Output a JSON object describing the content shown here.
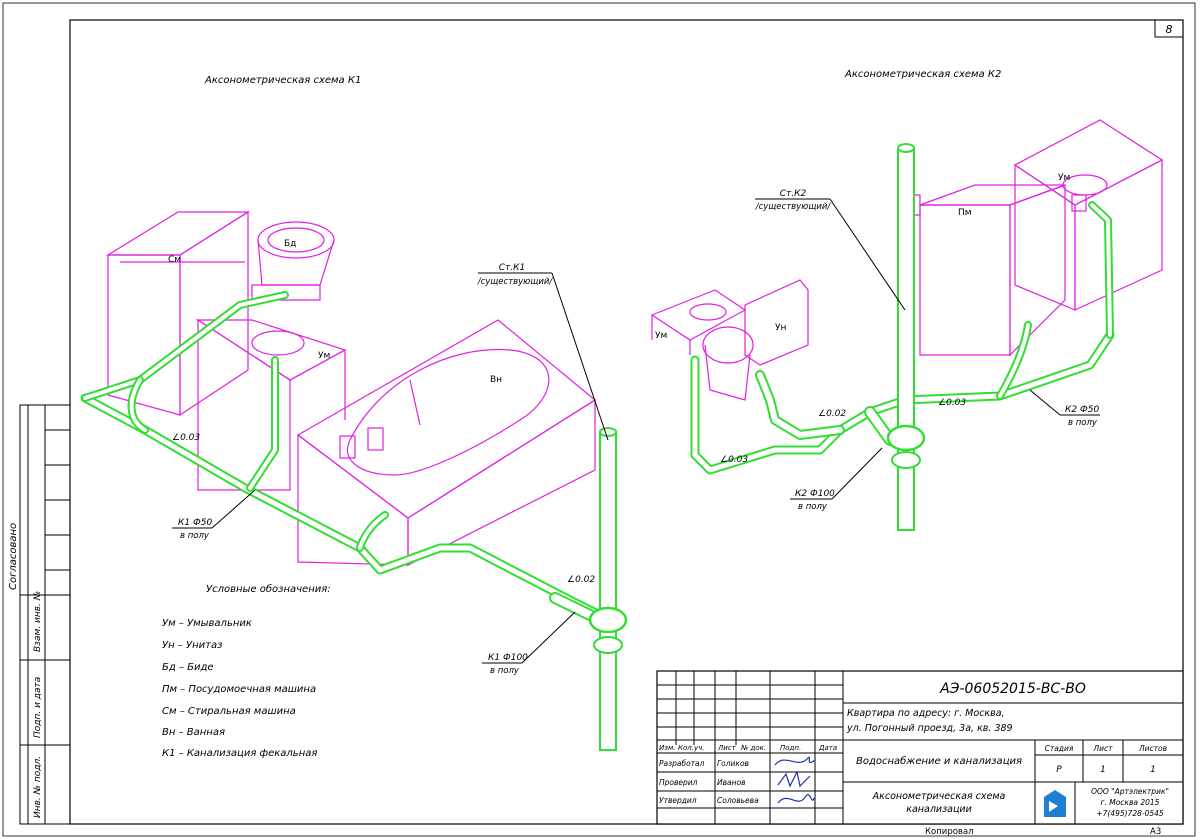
{
  "sheet_number": "8",
  "left_strip": {
    "agreed": "Согласовано",
    "inv_ref": "Взам. инв. №",
    "sign_date": "Подп. и дата",
    "inv_orig": "Инв. № подл."
  },
  "k1": {
    "title": "Аксонометрическая схема К1",
    "riser_label": "Ст.К1",
    "riser_note": "/существующий/",
    "slope_a": "∠0.03",
    "slope_b": "∠0.02",
    "pipe50_label": "К1 Ф50",
    "pipe50_note": "в полу",
    "pipe100_label": "К1 Ф100",
    "pipe100_note": "в полу",
    "fixtures": {
      "washer": "См",
      "bidet": "Бд",
      "sink": "Ум",
      "bath": "Вн"
    }
  },
  "k2": {
    "title": "Аксонометрическая схема К2",
    "riser_label": "Ст.К2",
    "riser_note": "/существующий/",
    "slope_a": "∠0.02",
    "slope_b": "∠0.03",
    "slope_c": "∠0.03",
    "pipe50_label": "К2 Ф50",
    "pipe50_note": "в полу",
    "pipe100_label": "К2 Ф100",
    "pipe100_note": "в полу",
    "fixtures": {
      "dishwasher": "Пм",
      "sink_right": "Ум",
      "toilet": "Ун",
      "sink_left": "Ум"
    }
  },
  "legend": {
    "title": "Условные обозначения:",
    "items": [
      "Ум – Умывальник",
      "Ун – Унитаз",
      "Бд – Биде",
      "Пм – Посудомоечная машина",
      "См – Стиральная машина",
      "Вн – Ванная",
      "К1 – Канализация фекальная"
    ]
  },
  "title_block": {
    "doc_code": "АЭ-06052015-ВС-ВО",
    "address": "Квартира по адресу: г. Москва, ул. Погонный проезд, 3а, кв. 389",
    "system": "Водоснабжение и канализация",
    "sheet_title": "Аксонометрическая схема канализации",
    "stage_h": "Стадия",
    "sheet_h": "Лист",
    "sheets_h": "Листов",
    "stage": "Р",
    "sheet": "1",
    "sheets": "1",
    "company": "ООО \"Артэлектрик\"",
    "city_year": "г. Москва 2015",
    "phone": "+7(495)728-0545",
    "col_headers": [
      "Изм.",
      "Кол.уч.",
      "Лист",
      "№ док.",
      "Подп.",
      "Дата"
    ],
    "roles": [
      {
        "role": "Разработал",
        "name": "Голиков"
      },
      {
        "role": "Проверил",
        "name": "Иванов"
      },
      {
        "role": "Утвердил",
        "name": "Соловьева"
      }
    ],
    "copied": "Копировал",
    "format": "А3"
  }
}
